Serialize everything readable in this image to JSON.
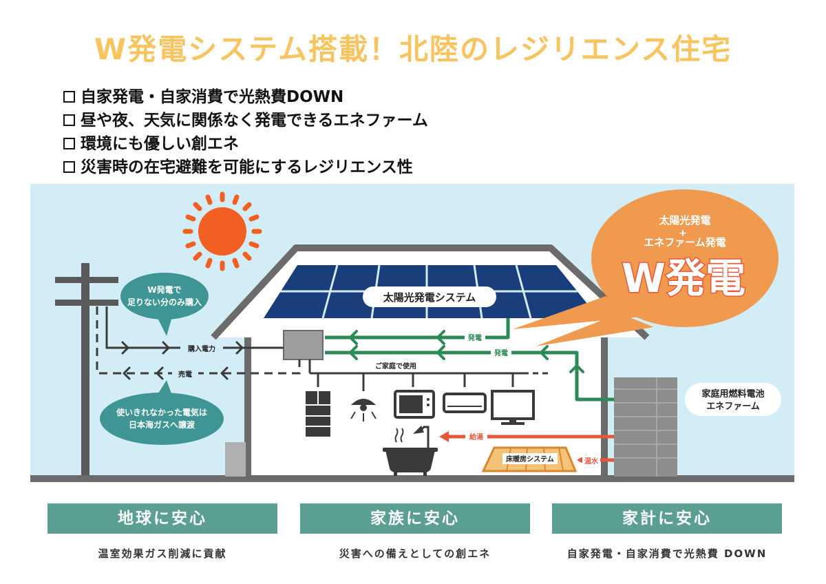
{
  "title": "W発電システム搭載！北陸のレジリエンス住宅",
  "checklist": [
    "自家発電・自家消費で光熱費DOWN",
    "昼や夜、天気に関係なく発電できるエネファーム",
    "環境にも優しい創エネ",
    "災害時の在宅避難を可能にするレジリエンス性"
  ],
  "diagram": {
    "bubble_buy": [
      "W発電で",
      "足りない分のみ購入"
    ],
    "bubble_transfer": [
      "使いきれなかった電気は",
      "日本海ガスへ譲渡"
    ],
    "label_buy_power": "購入電力",
    "label_sell_power": "売電",
    "label_home_use": "ご家庭で使用",
    "label_gen1": "発電",
    "label_gen2": "発電",
    "label_solar_system": "太陽光発電システム",
    "big_bubble_line1": "太陽光発電",
    "big_bubble_plus": "+",
    "big_bubble_line2": "エネファーム発電",
    "big_bubble_main": "W発電",
    "fuel_cell_label": [
      "家庭用燃料電池",
      "エネファーム"
    ],
    "label_hot_water": "給湯",
    "label_warm_water": "温水",
    "floor_heating_label": "床暖房システム"
  },
  "benefits": [
    {
      "heading": "地球に安心",
      "caption": "温室効果ガス削減に貢献"
    },
    {
      "heading": "家族に安心",
      "caption": "災害への備えとしての創エネ"
    },
    {
      "heading": "家計に安心",
      "caption": "自家発電・自家消費で光熱費 DOWN"
    }
  ],
  "colors": {
    "title": "#f7c45f",
    "sky": "#d3edf7",
    "house_frame": "#6b6b6b",
    "solar_panel": "#1a3e7c",
    "sun": "#f16022",
    "green_flow": "#2b8a55",
    "teal_bubble": "#3f9594",
    "orange_bubble": "#f09a4f",
    "hot_arrow": "#e8573a",
    "panel": "#5b9f93"
  }
}
